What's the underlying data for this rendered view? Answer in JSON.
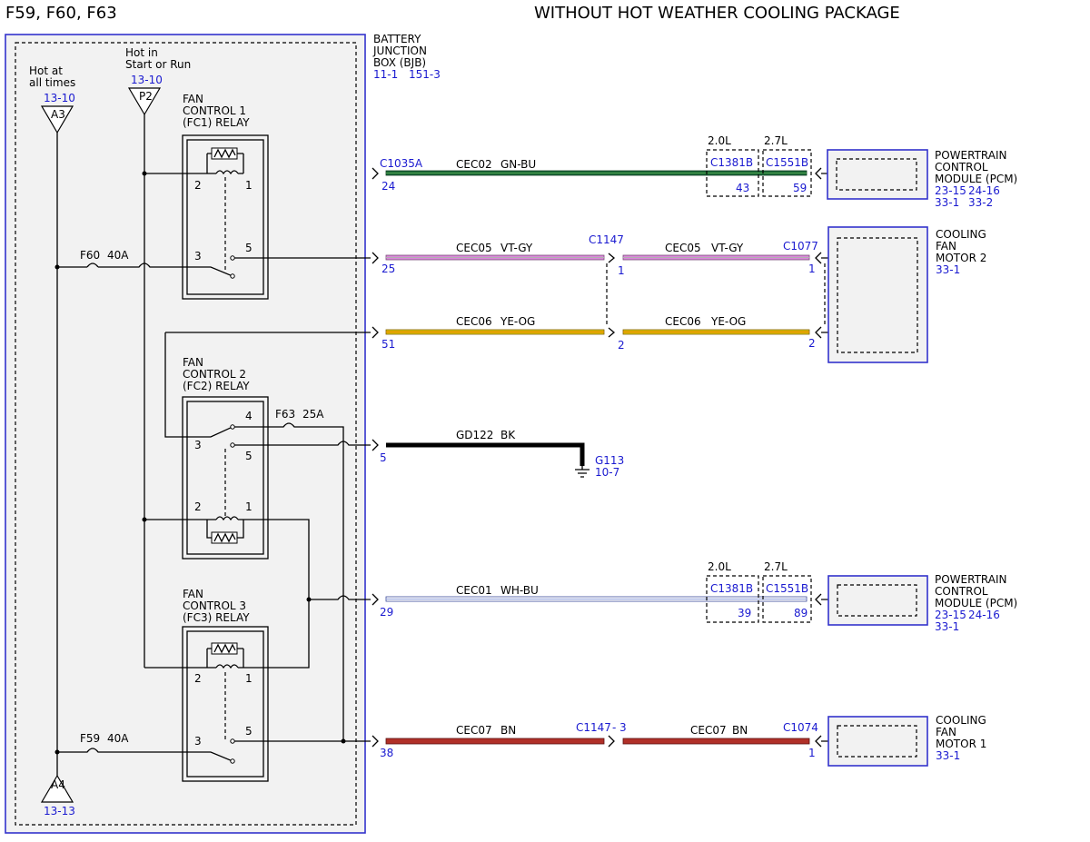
{
  "header": {
    "fuses": "F59, F60, F63",
    "package": "WITHOUT HOT WEATHER COOLING PACKAGE"
  },
  "bjb": {
    "name": [
      "BATTERY",
      "JUNCTION",
      "BOX (BJB)"
    ],
    "refs": [
      "11-1",
      "151-3"
    ]
  },
  "power": {
    "a3": {
      "label": [
        "Hot at",
        "all times"
      ],
      "ref": "13-10",
      "pin": "A3"
    },
    "p2": {
      "label": [
        "Hot in",
        "Start or Run"
      ],
      "ref": "13-10",
      "pin": "P2"
    },
    "a4": {
      "pin": "A4",
      "ref": "13-13"
    }
  },
  "relays": {
    "fc1": {
      "name": [
        "FAN",
        "CONTROL 1",
        "(FC1) RELAY"
      ],
      "pins": [
        "2",
        "1",
        "3",
        "5"
      ]
    },
    "fc2": {
      "name": [
        "FAN",
        "CONTROL 2",
        "(FC2) RELAY"
      ],
      "pins": [
        "4",
        "3",
        "5",
        "2",
        "1"
      ]
    },
    "fc3": {
      "name": [
        "FAN",
        "CONTROL 3",
        "(FC3) RELAY"
      ],
      "pins": [
        "2",
        "1",
        "3",
        "5"
      ]
    }
  },
  "fuses": {
    "f60": {
      "name": "F60",
      "rating": "40A"
    },
    "f63": {
      "name": "F63",
      "rating": "25A"
    },
    "f59": {
      "name": "F59",
      "rating": "40A"
    }
  },
  "wires": [
    {
      "circuit": "CEC02",
      "color_code": "GN-BU",
      "connector": "C1035A",
      "pin": "24",
      "color": "#1d6b3a"
    },
    {
      "circuit": "CEC05",
      "color_code": "VT-GY",
      "pin": "25",
      "color": "#d98ad9"
    },
    {
      "circuit": "CEC06",
      "color_code": "YE-OG",
      "pin": "51",
      "color": "#e0c000"
    },
    {
      "circuit": "GD122",
      "color_code": "BK",
      "pin": "5",
      "color": "#000000"
    },
    {
      "circuit": "CEC01",
      "color_code": "WH-BU",
      "pin": "29",
      "color": "#c8d0f0"
    },
    {
      "circuit": "CEC07",
      "color_code": "BN",
      "pin": "38",
      "color": "#b03028"
    }
  ],
  "wires_right": [
    {
      "circuit": "CEC05",
      "color_code": "VT-GY"
    },
    {
      "circuit": "CEC06",
      "color_code": "YE-OG"
    },
    {
      "circuit": "CEC07",
      "color_code": "BN"
    }
  ],
  "inline": {
    "c1147": "C1147",
    "c1147_3": "C1147",
    "c1147_3_pin": "3",
    "pin1": "1",
    "pin2": "2"
  },
  "ground": {
    "name": "G113",
    "ref": "10-7"
  },
  "pcm_top": {
    "engine1": "2.0L",
    "engine2": "2.7L",
    "conn1": "C1381B",
    "conn2": "C1551B",
    "pin1": "43",
    "pin2": "59",
    "name": [
      "POWERTRAIN",
      "CONTROL",
      "MODULE (PCM)"
    ],
    "refs": [
      "23-15",
      "24-16",
      "33-1",
      "33-2"
    ]
  },
  "pcm_bottom": {
    "engine1": "2.0L",
    "engine2": "2.7L",
    "conn1": "C1381B",
    "conn2": "C1551B",
    "pin1": "39",
    "pin2": "89",
    "name": [
      "POWERTRAIN",
      "CONTROL",
      "MODULE (PCM)"
    ],
    "refs": [
      "23-15",
      "24-16",
      "33-1"
    ]
  },
  "fan2": {
    "connector": "C1077",
    "pin1": "1",
    "pin2": "2",
    "name": [
      "COOLING",
      "FAN",
      "MOTOR 2"
    ],
    "ref": "33-1"
  },
  "fan1": {
    "connector": "C1074",
    "pin": "1",
    "name": [
      "COOLING",
      "FAN",
      "MOTOR 1"
    ],
    "ref": "33-1"
  }
}
